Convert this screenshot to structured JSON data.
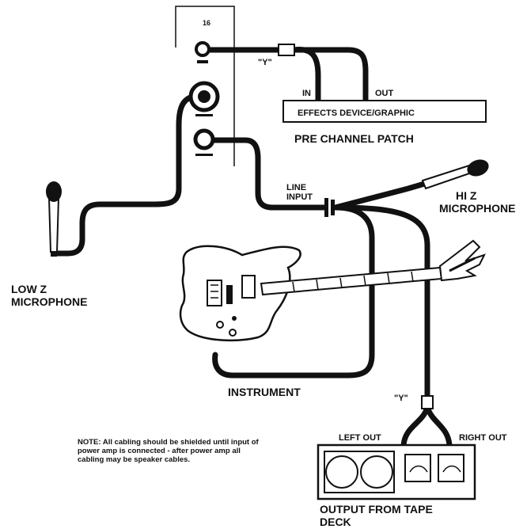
{
  "panel": {
    "channel_number": "16"
  },
  "connectors": {
    "y_top": "\"Y\"",
    "y_bottom": "\"Y\"",
    "in": "IN",
    "out": "OUT",
    "line_input_1": "LINE",
    "line_input_2": "INPUT"
  },
  "effects": {
    "box_label": "EFFECTS DEVICE/GRAPHIC",
    "patch_label": "PRE CHANNEL PATCH"
  },
  "microphones": {
    "hi_z_1": "HI Z",
    "hi_z_2": "MICROPHONE",
    "low_z_1": "LOW Z",
    "low_z_2": "MICROPHONE"
  },
  "instrument": {
    "label": "INSTRUMENT"
  },
  "tape_deck": {
    "left_out": "LEFT OUT",
    "right_out": "RIGHT OUT",
    "label_1": "OUTPUT FROM TAPE",
    "label_2": "DECK"
  },
  "note": "NOTE: All cabling should be shielded until input of power amp is connected - after power amp all cabling may be speaker cables."
}
